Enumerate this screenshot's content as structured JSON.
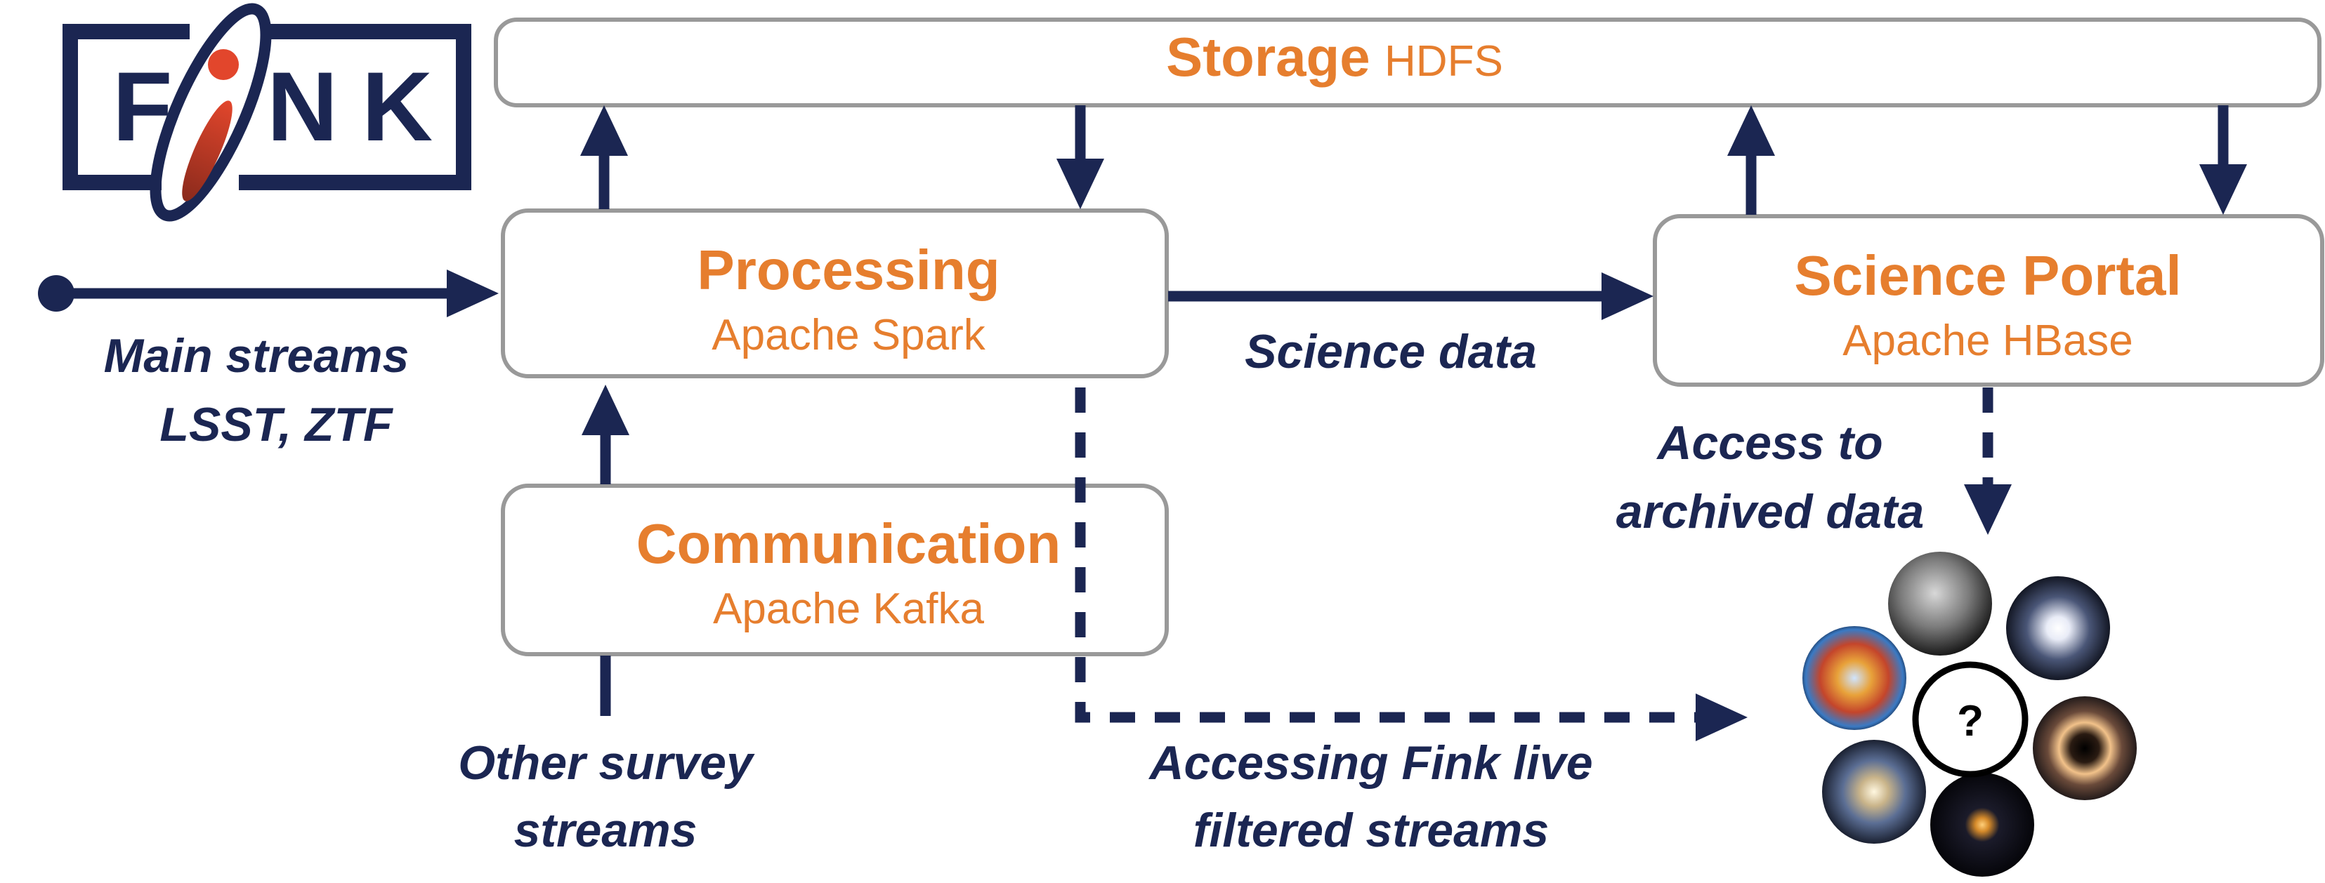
{
  "logo": {
    "letters": [
      "F",
      "N",
      "K"
    ],
    "text": "FINK",
    "color_navy": "#1B2652",
    "color_accent": "#E2462C"
  },
  "storage": {
    "title": "Storage",
    "subtitle": "HDFS"
  },
  "processing": {
    "title": "Processing",
    "subtitle": "Apache Spark"
  },
  "science_portal": {
    "title": "Science Portal",
    "subtitle": "Apache HBase"
  },
  "communication": {
    "title": "Communication",
    "subtitle": "Apache Kafka"
  },
  "labels": {
    "main_streams_line1": "Main streams",
    "main_streams_line2": "LSST, ZTF",
    "science_data": "Science data",
    "access_line1": "Access to",
    "access_line2": "archived data",
    "other_line1": "Other survey",
    "other_line2": "streams",
    "live_line1": "Accessing Fink live",
    "live_line2": "filtered streams"
  },
  "cluster": {
    "center_symbol": "?",
    "thumbnail_icons": [
      "asteroid-icon",
      "globular-cluster-icon",
      "crab-nebula-icon",
      "black-hole-icon",
      "spiral-galaxy-icon",
      "gravitational-lens-icon"
    ]
  },
  "colors": {
    "orange": "#E67E2E",
    "navy": "#1B2652",
    "box_border": "#999999"
  }
}
